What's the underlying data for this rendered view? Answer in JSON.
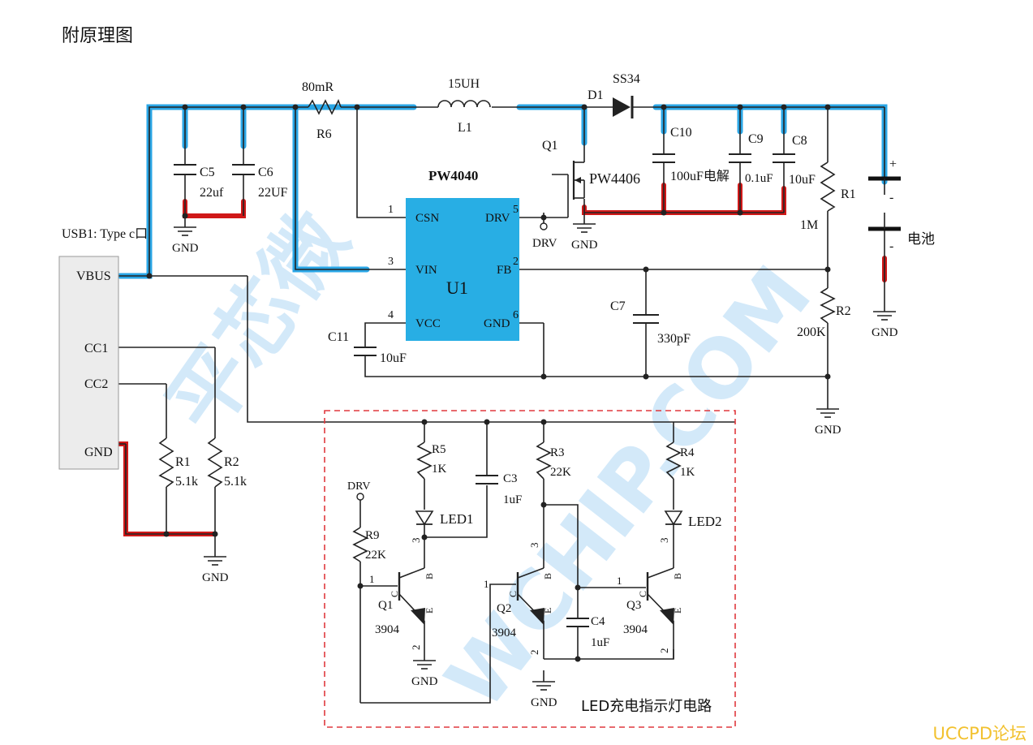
{
  "page": {
    "title": "附原理图",
    "forum_mark": "UCCPD论坛"
  },
  "watermark": {
    "cn": "平芯微",
    "en": "WCHIP.COM"
  },
  "connector": {
    "name": "USB1: Type c口",
    "pins": [
      "VBUS",
      "CC1",
      "CC2",
      "GND"
    ]
  },
  "ic": {
    "part": "PW4040",
    "ref": "U1",
    "pins": {
      "p1": "1",
      "p2": "2",
      "p3": "3",
      "p4": "4",
      "p5": "5",
      "p6": "6",
      "csn": "CSN",
      "drv": "DRV",
      "vin": "VIN",
      "fb": "FB",
      "vcc": "VCC",
      "gnd": "GND"
    }
  },
  "components": {
    "r6_val": "80mR",
    "r6_ref": "R6",
    "l1_val": "15UH",
    "l1_ref": "L1",
    "d1_ref": "D1",
    "d1_val": "SS34",
    "q1_ref": "Q1",
    "q1_val": "PW4406",
    "drv_net": "DRV",
    "c5_ref": "C5",
    "c5_val": "22uf",
    "c6_ref": "C6",
    "c6_val": "22UF",
    "c10_ref": "C10",
    "c10_val": "100uF电解",
    "c9_ref": "C9",
    "c9_val": "0.1uF",
    "c8_ref": "C8",
    "c8_val": "10uF",
    "r1_ref": "R1",
    "r1_val": "1M",
    "r2_ref": "R2",
    "r2_val": "200K",
    "c7_ref": "C7",
    "c7_val": "330pF",
    "c11_ref": "C11",
    "c11_val": "10uF",
    "battery_label": "电池",
    "plus": "+",
    "minus": "-",
    "gnd": "GND",
    "cc_r1_ref": "R1",
    "cc_r1_val": "5.1k",
    "cc_r2_ref": "R2",
    "cc_r2_val": "5.1k"
  },
  "led_circuit": {
    "title": "LED充电指示灯电路",
    "drv_net": "DRV",
    "r5_ref": "R5",
    "r5_val": "1K",
    "c3_ref": "C3",
    "c3_val": "1uF",
    "r3_ref": "R3",
    "r3_val": "22K",
    "r4_ref": "R4",
    "r4_val": "1K",
    "led1": "LED1",
    "led2": "LED2",
    "r9_ref": "R9",
    "r9_val": "22K",
    "q1_ref": "Q1",
    "q2_ref": "Q2",
    "q3_ref": "Q3",
    "q_val": "3904",
    "c4_ref": "C4",
    "c4_val": "1uF",
    "pin_b": "B",
    "pin_c": "C",
    "pin_e": "E",
    "n1": "1",
    "n2": "2",
    "n3": "3"
  }
}
